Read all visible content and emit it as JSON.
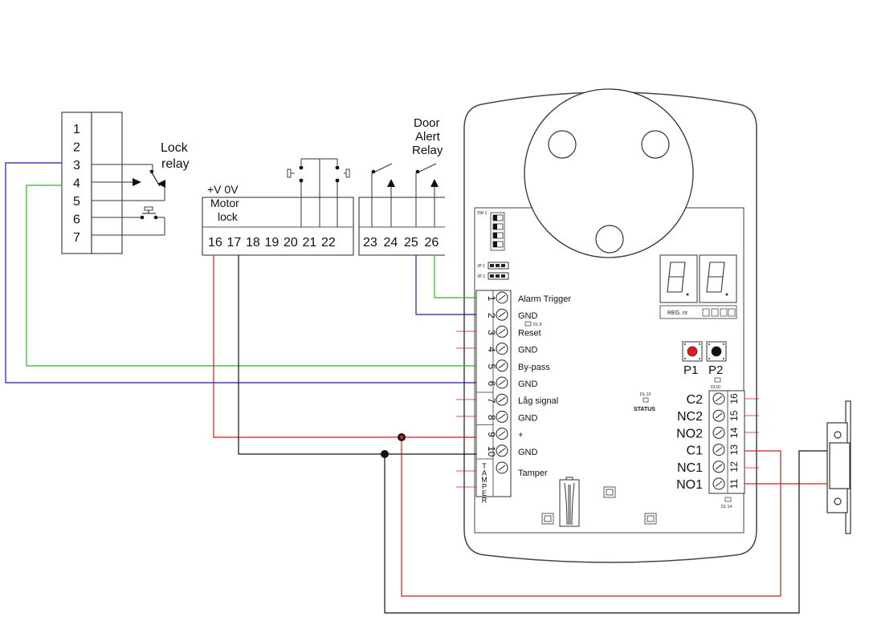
{
  "lock_relay": {
    "label_line1": "Lock",
    "label_line2": "relay",
    "terminals": [
      "1",
      "2",
      "3",
      "4",
      "5",
      "6",
      "7"
    ]
  },
  "motor_block": {
    "supply_label": "+V 0V",
    "motor_line1": "Motor",
    "motor_line2": "lock",
    "terminals": [
      "16",
      "17",
      "18",
      "19",
      "20",
      "21",
      "22"
    ]
  },
  "door_alert": {
    "label_line1": "Door",
    "label_line2": "Alert",
    "label_line3": "Relay",
    "terminals": [
      "23",
      "24",
      "25",
      "26"
    ]
  },
  "controller": {
    "sw1": "SW 1",
    "jp1": "JP 1",
    "jp2": "JP 2",
    "dl9": "DL 9",
    "dl10": "DL10",
    "dl13": "DL 13",
    "dl14": "DL 14",
    "status": "STATUS",
    "reg_nr": "REG. nr",
    "p1": "P1",
    "p2": "P2",
    "left_terminals": [
      {
        "num": "1",
        "label": "Alarm Trigger"
      },
      {
        "num": "2",
        "label": "GND"
      },
      {
        "num": "3",
        "label": "Reset"
      },
      {
        "num": "4",
        "label": "GND"
      },
      {
        "num": "5",
        "label": "By-pass"
      },
      {
        "num": "6",
        "label": "GND"
      },
      {
        "num": "7",
        "label": "Låg signal"
      },
      {
        "num": "8",
        "label": "GND"
      },
      {
        "num": "9",
        "label": "+"
      },
      {
        "num": "10",
        "label": "GND"
      },
      {
        "num": "",
        "label": "Tamper"
      }
    ],
    "tamper_vertical": "TAMPER",
    "right_terminals": [
      {
        "num": "16",
        "label": "C2"
      },
      {
        "num": "15",
        "label": "NC2"
      },
      {
        "num": "14",
        "label": "NO2"
      },
      {
        "num": "13",
        "label": "C1"
      },
      {
        "num": "12",
        "label": "NC1"
      },
      {
        "num": "11",
        "label": "NO1"
      }
    ]
  },
  "colors": {
    "red": "#cc1f1f",
    "black": "#111111",
    "blue": "#1b1bb0",
    "green": "#2db52d",
    "outline": "#555555"
  },
  "icons": [
    "relay-switch-icon",
    "push-button-icon",
    "seven-segment-display-icon",
    "screw-terminal-icon",
    "electric-strike-lock-icon"
  ]
}
